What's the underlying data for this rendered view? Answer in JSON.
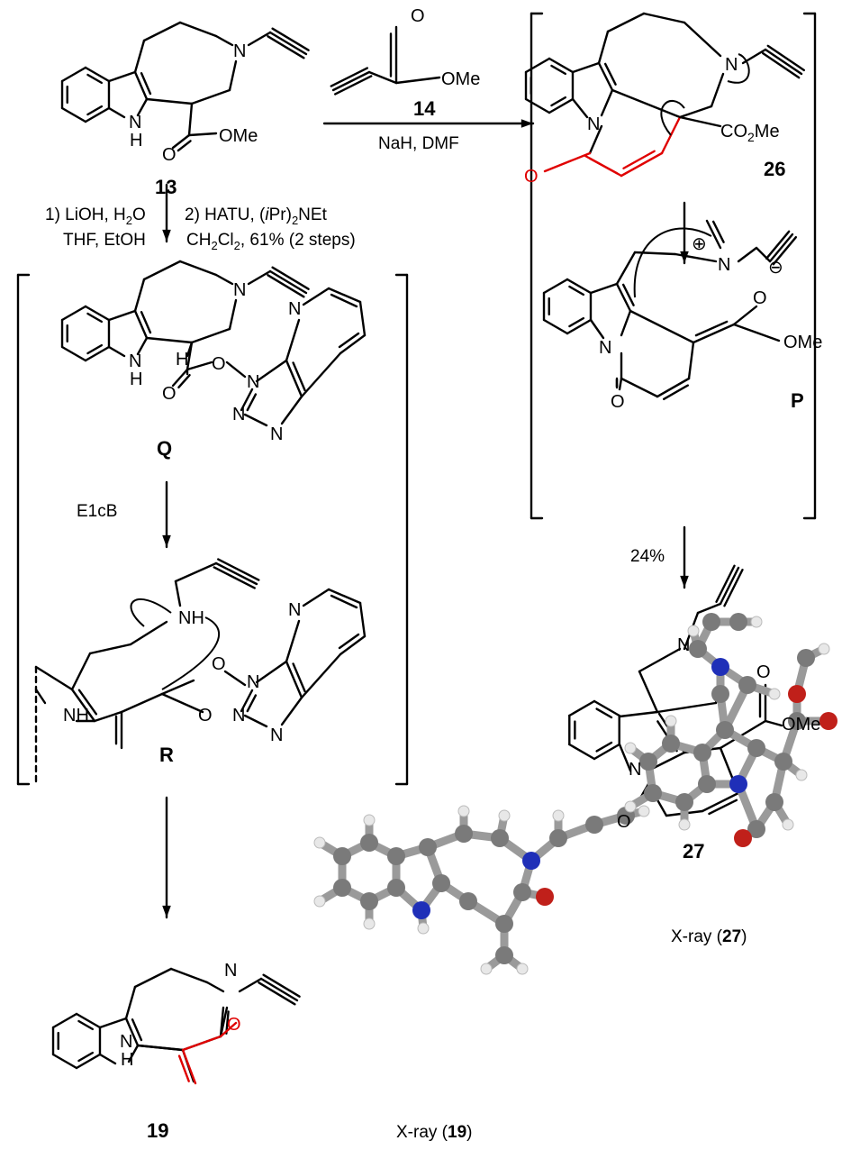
{
  "atoms": {
    "N": "N",
    "H": "H",
    "O": "O",
    "OMe": "OMe",
    "CO2Me_main": "CO",
    "CO2Me_sub": "2",
    "CO2Me_end": "Me",
    "NH": "NH",
    "plus": "⊕",
    "minus": "⊖"
  },
  "compounds": {
    "c13": "13",
    "c14": "14",
    "c26": "26",
    "cP": "P",
    "c27": "27",
    "cQ": "Q",
    "cR": "R",
    "c19": "19"
  },
  "conditions": {
    "top_arrow": "NaH, DMF",
    "left_1a": "1) LiOH, H",
    "left_1a_sub": "2",
    "left_1a_end": "O",
    "left_1b": "THF, EtOH",
    "left_2a": "2) HATU, (",
    "left_2a_i": "i",
    "left_2a_mid": "Pr)",
    "left_2a_sub": "2",
    "left_2a_end": "NEt",
    "left_2b": "CH",
    "left_2b_sub": "2",
    "left_2b_mid": "Cl",
    "left_2b_sub2": "2",
    "left_2b_end": ", 61% (2 steps)",
    "e1cb": "E1cB",
    "yield_27": "24%"
  },
  "xray": {
    "x19_pre": "X-ray (",
    "x19_num": "19",
    "x19_post": ")",
    "x27_pre": "X-ray (",
    "x27_num": "27",
    "x27_post": ")"
  },
  "colors": {
    "bond": "#000000",
    "highlight": "#e00000",
    "carbon": "#7a7a7a",
    "hydrogen": "#e8e8e8",
    "nitrogen": "#1f2fb8",
    "oxygen": "#c0201a"
  }
}
